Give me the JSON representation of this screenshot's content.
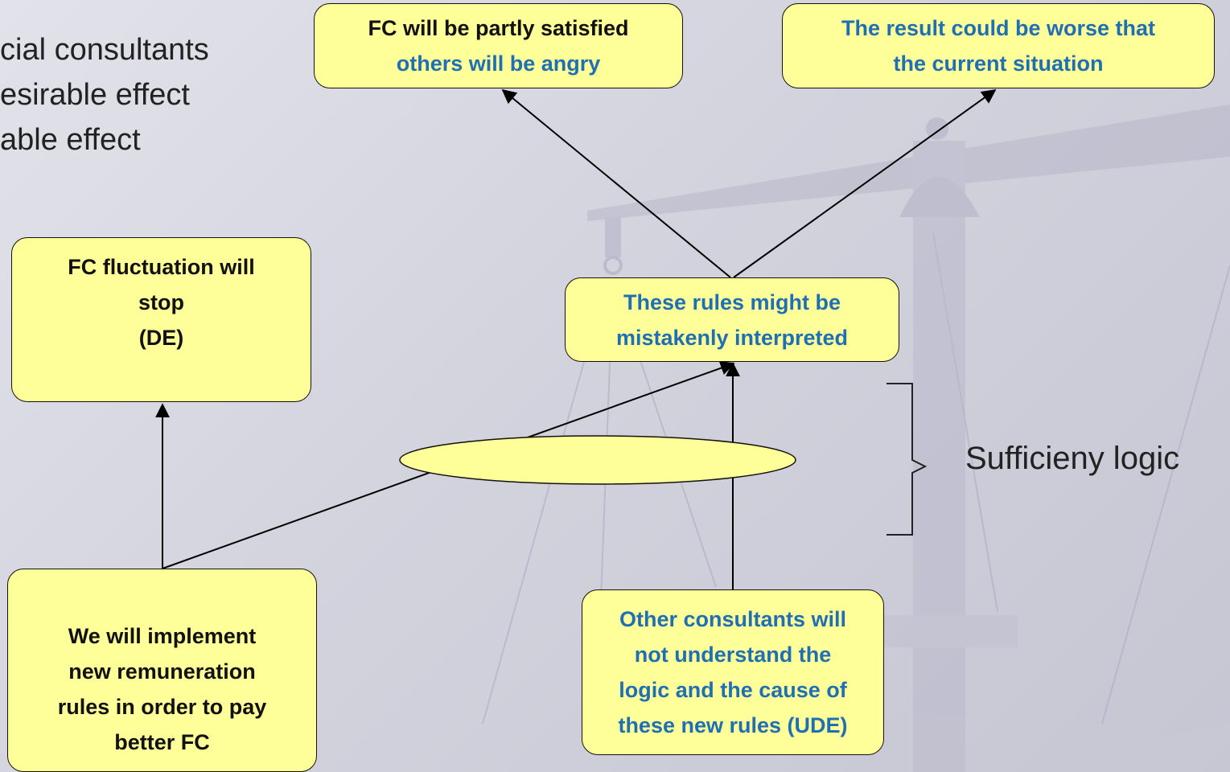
{
  "bullets": [
    "cial consultants",
    "esirable effect",
    "able effect"
  ],
  "nodes": {
    "fc_partly": {
      "line1": "FC will be partly satisfied",
      "line2": "others will be angry"
    },
    "result_worse": {
      "line1": "The result could be worse that",
      "line2": "the current situation"
    },
    "fc_fluct": {
      "line1": "FC fluctuation will",
      "line2": "stop",
      "line3": "(DE)"
    },
    "rules_interp": {
      "line1": "These rules might be",
      "line2": "mistakenly interpreted"
    },
    "implement": {
      "line1": "We will implement",
      "line2": "new remuneration",
      "line3": "rules in order to pay",
      "line4": "better FC"
    },
    "other_consult": {
      "line1": "Other consultants will",
      "line2": "not understand the",
      "line3": "logic and the cause of",
      "line4": "these new rules (UDE)"
    }
  },
  "sufficiency_label": "Sufficieny logic",
  "colors": {
    "box_fill": "#ffff99",
    "blue_text": "#1f6fb5",
    "dark_text": "#111111"
  }
}
